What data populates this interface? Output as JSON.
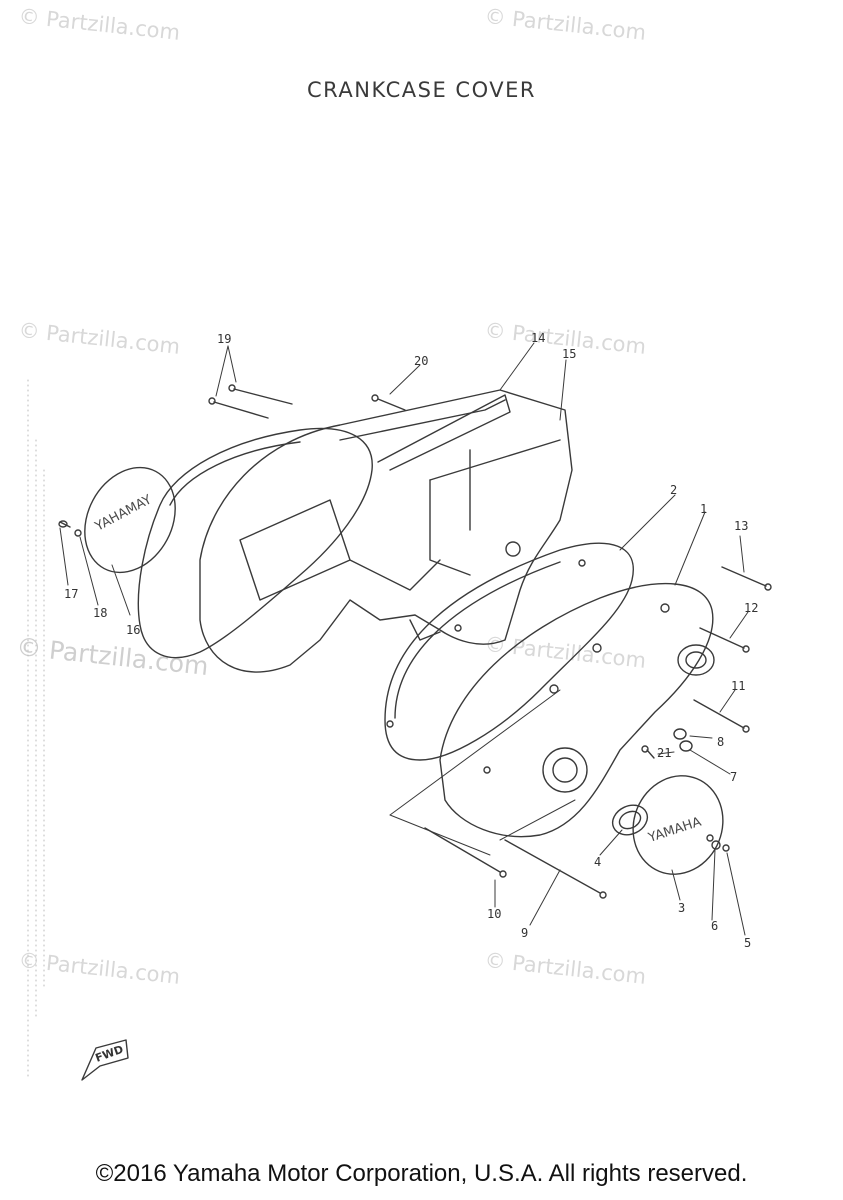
{
  "title": "CRANKCASE COVER",
  "watermark": "© Partzilla.com",
  "part_numbers": [
    "1",
    "2",
    "3",
    "4",
    "5",
    "6",
    "7",
    "8",
    "9",
    "10",
    "11",
    "12",
    "13",
    "14",
    "15",
    "16",
    "17",
    "18",
    "19",
    "20",
    "21"
  ],
  "cover_logo_left": "YAHAMAY",
  "cover_logo_right": "YAMAHA",
  "fwd_label": "FWD",
  "copyright": "©2016 Yamaha Motor Corporation, U.S.A. All rights reserved."
}
